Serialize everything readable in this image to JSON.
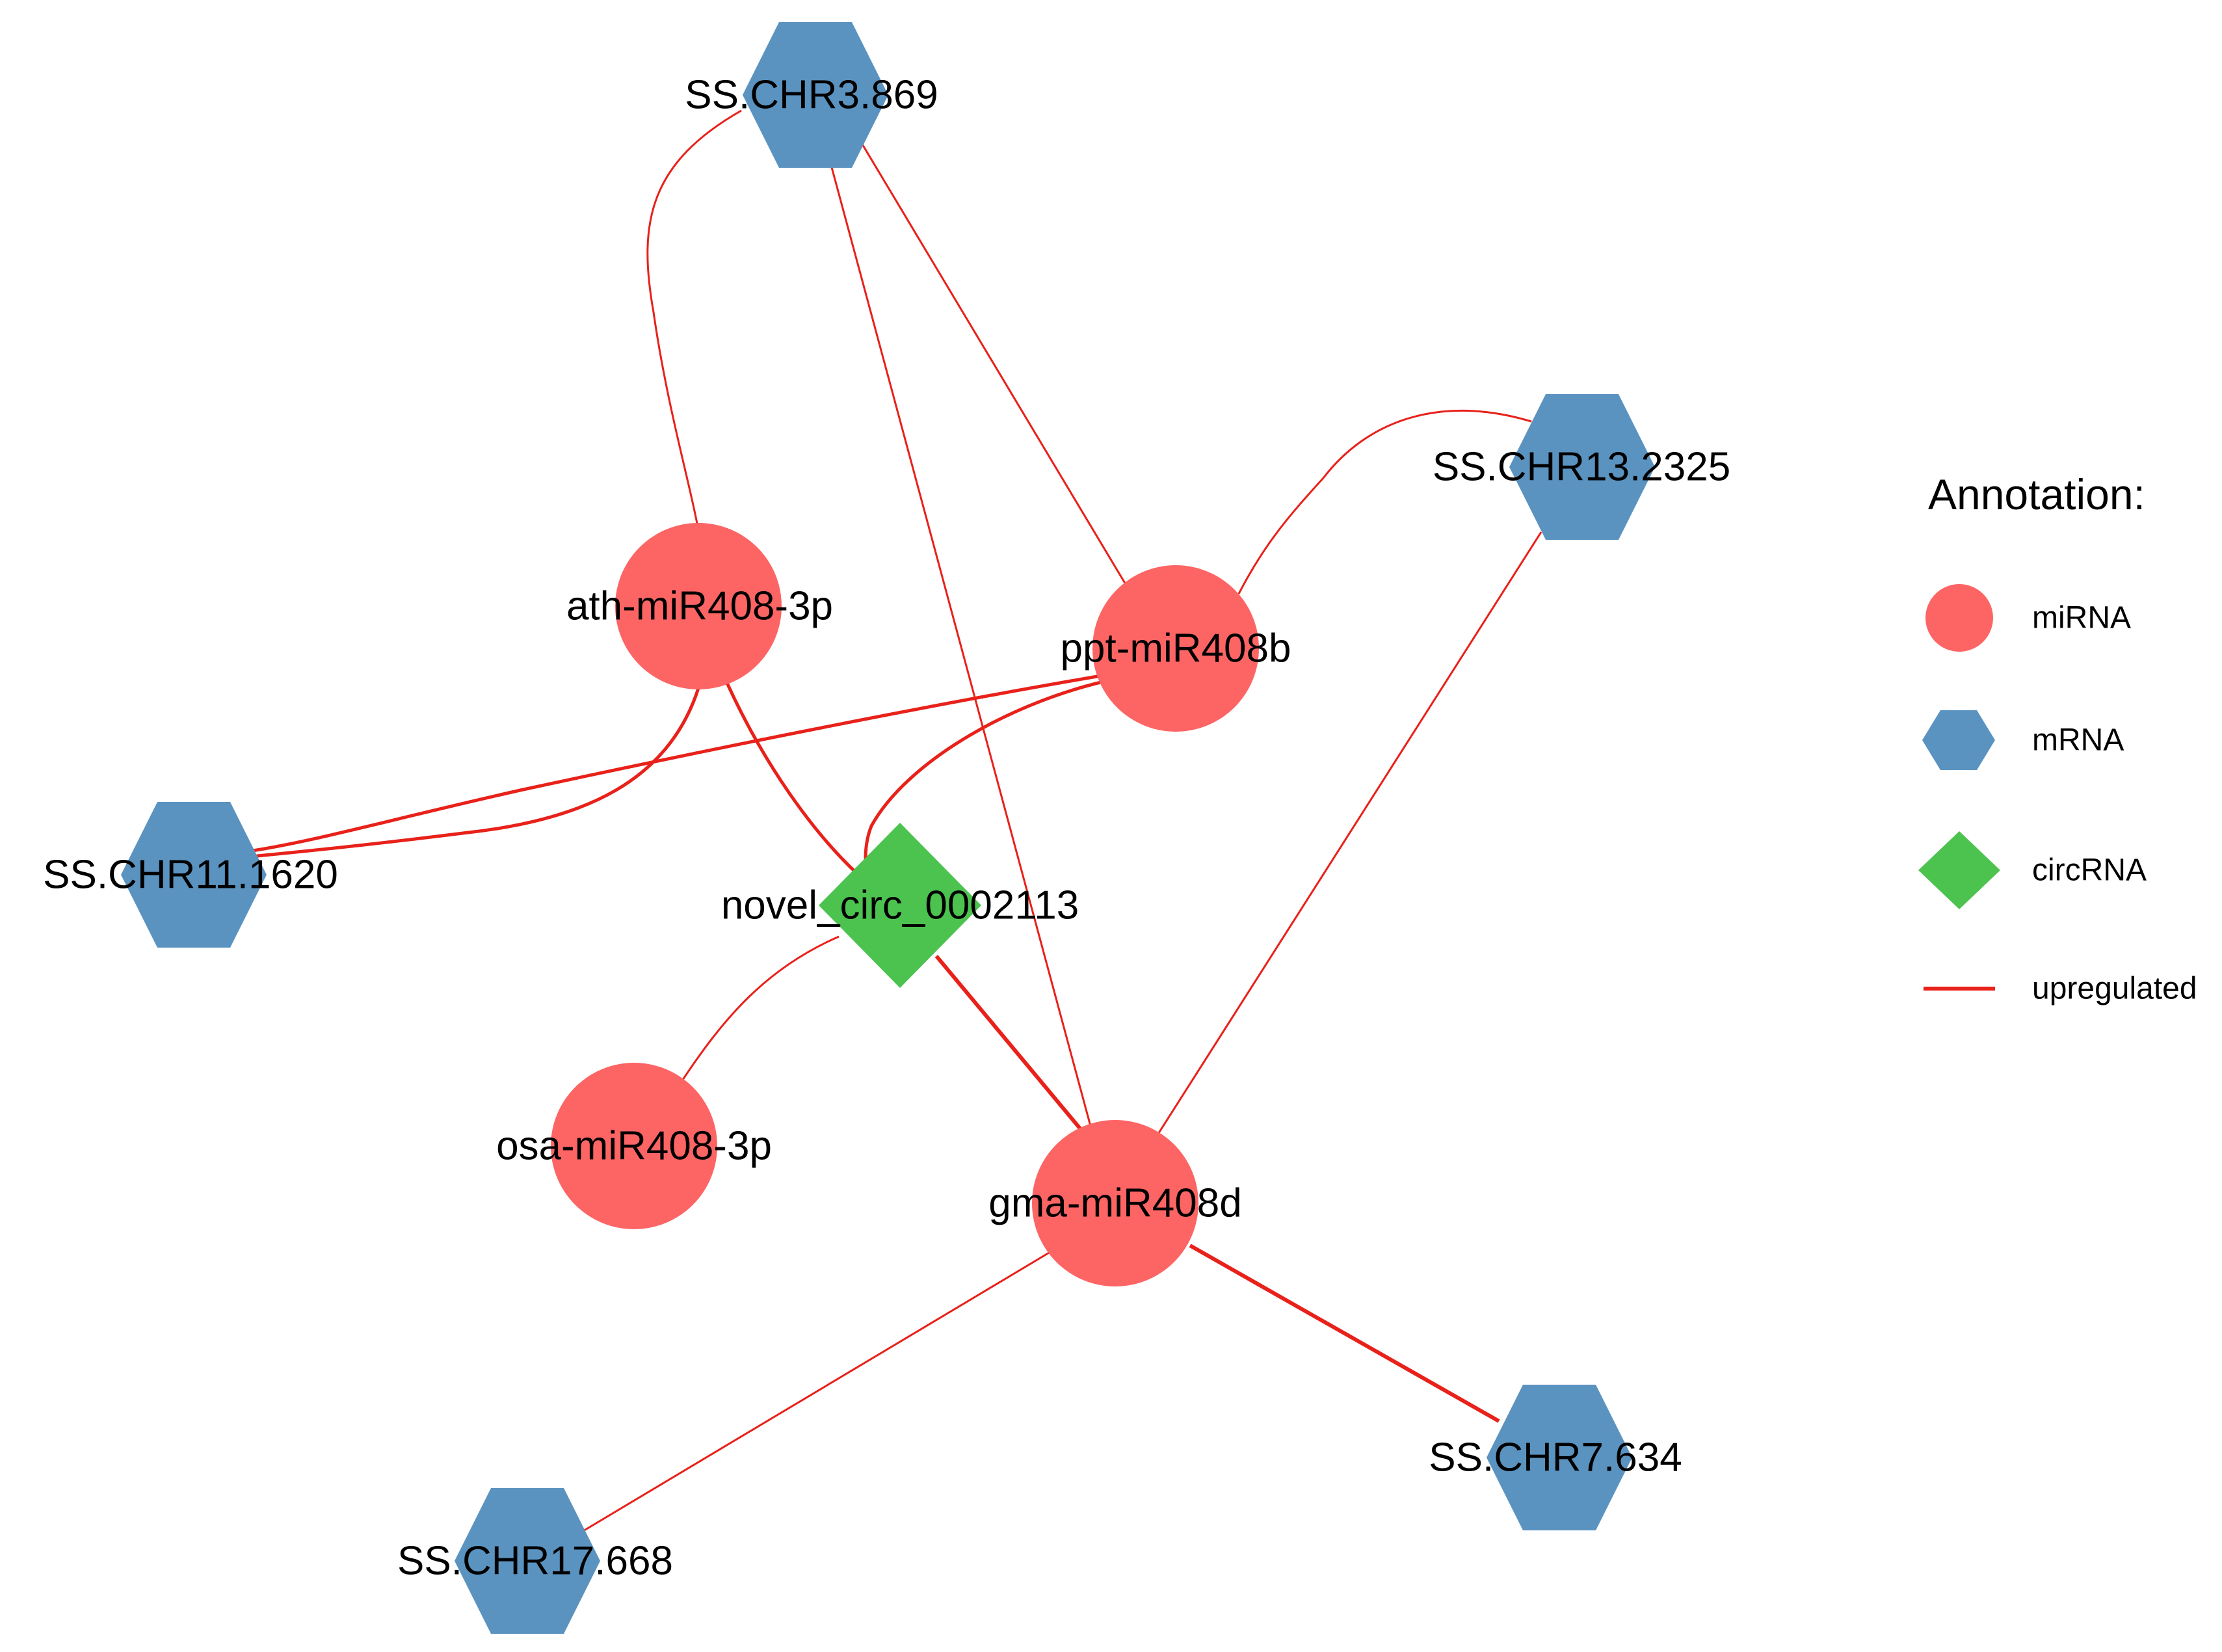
{
  "colors": {
    "miRNA": "#fd6565",
    "mRNA": "#5b93c0",
    "circRNA": "#4dc34f",
    "edge": "#e8211a"
  },
  "nodes": {
    "ss_chr3_869": {
      "label": "SS.CHR3.869",
      "type": "mRNA"
    },
    "ss_chr13_2325": {
      "label": "SS.CHR13.2325",
      "type": "mRNA"
    },
    "ath_mir408_3p": {
      "label": "ath-miR408-3p",
      "type": "miRNA"
    },
    "ppt_mir408b": {
      "label": "ppt-miR408b",
      "type": "miRNA"
    },
    "ss_chr11_1620": {
      "label": "SS.CHR11.1620",
      "type": "mRNA"
    },
    "novel_circ_0002113": {
      "label": "novel_circ_0002113",
      "type": "circRNA"
    },
    "osa_mir408_3p": {
      "label": "osa-miR408-3p",
      "type": "miRNA"
    },
    "gma_mir408d": {
      "label": "gma-miR408d",
      "type": "miRNA"
    },
    "ss_chr7_634": {
      "label": "SS.CHR7.634",
      "type": "mRNA"
    },
    "ss_chr17_668": {
      "label": "SS.CHR17.668",
      "type": "mRNA"
    }
  },
  "edges": [
    {
      "from": "ss_chr3_869",
      "to": "ath_mir408_3p",
      "regulation": "upregulated"
    },
    {
      "from": "ss_chr3_869",
      "to": "ppt_mir408b",
      "regulation": "upregulated"
    },
    {
      "from": "ss_chr3_869",
      "to": "gma_mir408d",
      "regulation": "upregulated"
    },
    {
      "from": "ss_chr13_2325",
      "to": "ppt_mir408b",
      "regulation": "upregulated"
    },
    {
      "from": "ss_chr13_2325",
      "to": "gma_mir408d",
      "regulation": "upregulated"
    },
    {
      "from": "ath_mir408_3p",
      "to": "ss_chr11_1620",
      "regulation": "upregulated"
    },
    {
      "from": "ppt_mir408b",
      "to": "ss_chr11_1620",
      "regulation": "upregulated"
    },
    {
      "from": "ath_mir408_3p",
      "to": "novel_circ_0002113",
      "regulation": "upregulated"
    },
    {
      "from": "ppt_mir408b",
      "to": "novel_circ_0002113",
      "regulation": "upregulated"
    },
    {
      "from": "osa_mir408_3p",
      "to": "novel_circ_0002113",
      "regulation": "upregulated"
    },
    {
      "from": "novel_circ_0002113",
      "to": "gma_mir408d",
      "regulation": "upregulated"
    },
    {
      "from": "gma_mir408d",
      "to": "ss_chr7_634",
      "regulation": "upregulated"
    },
    {
      "from": "gma_mir408d",
      "to": "ss_chr17_668",
      "regulation": "upregulated"
    }
  ],
  "legend": {
    "title": "Annotation:",
    "items": [
      {
        "label": "miRNA",
        "shape": "circle"
      },
      {
        "label": "mRNA",
        "shape": "hexagon"
      },
      {
        "label": "circRNA",
        "shape": "diamond"
      },
      {
        "label": "upregulated",
        "shape": "line"
      }
    ]
  }
}
